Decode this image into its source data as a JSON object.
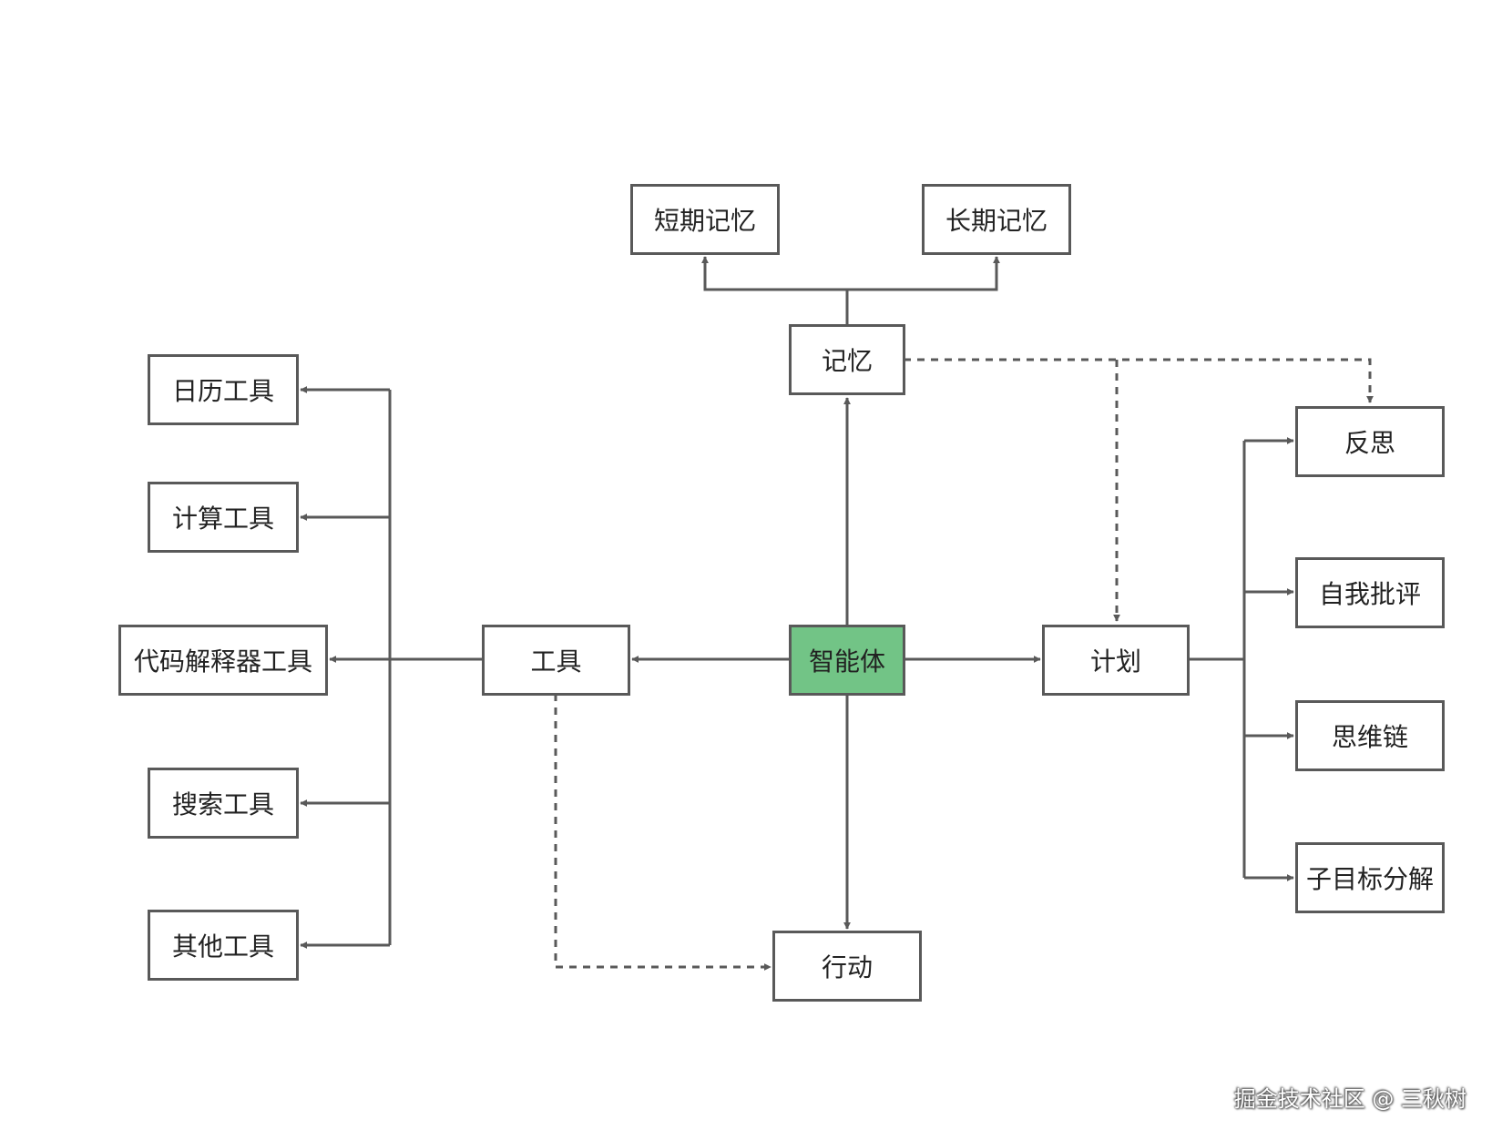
{
  "diagram": {
    "center": "智能体",
    "memory": {
      "label": "记忆",
      "children": [
        "短期记忆",
        "长期记忆"
      ]
    },
    "tools": {
      "label": "工具",
      "children": [
        "日历工具",
        "计算工具",
        "代码解释器工具",
        "搜索工具",
        "其他工具"
      ]
    },
    "planning": {
      "label": "计划",
      "children": [
        "反思",
        "自我批评",
        "思维链",
        "子目标分解"
      ]
    },
    "action": "行动",
    "edge_color": "#595959",
    "center_color": "#72c486"
  },
  "watermark": "掘金技术社区 @ 三秋树"
}
